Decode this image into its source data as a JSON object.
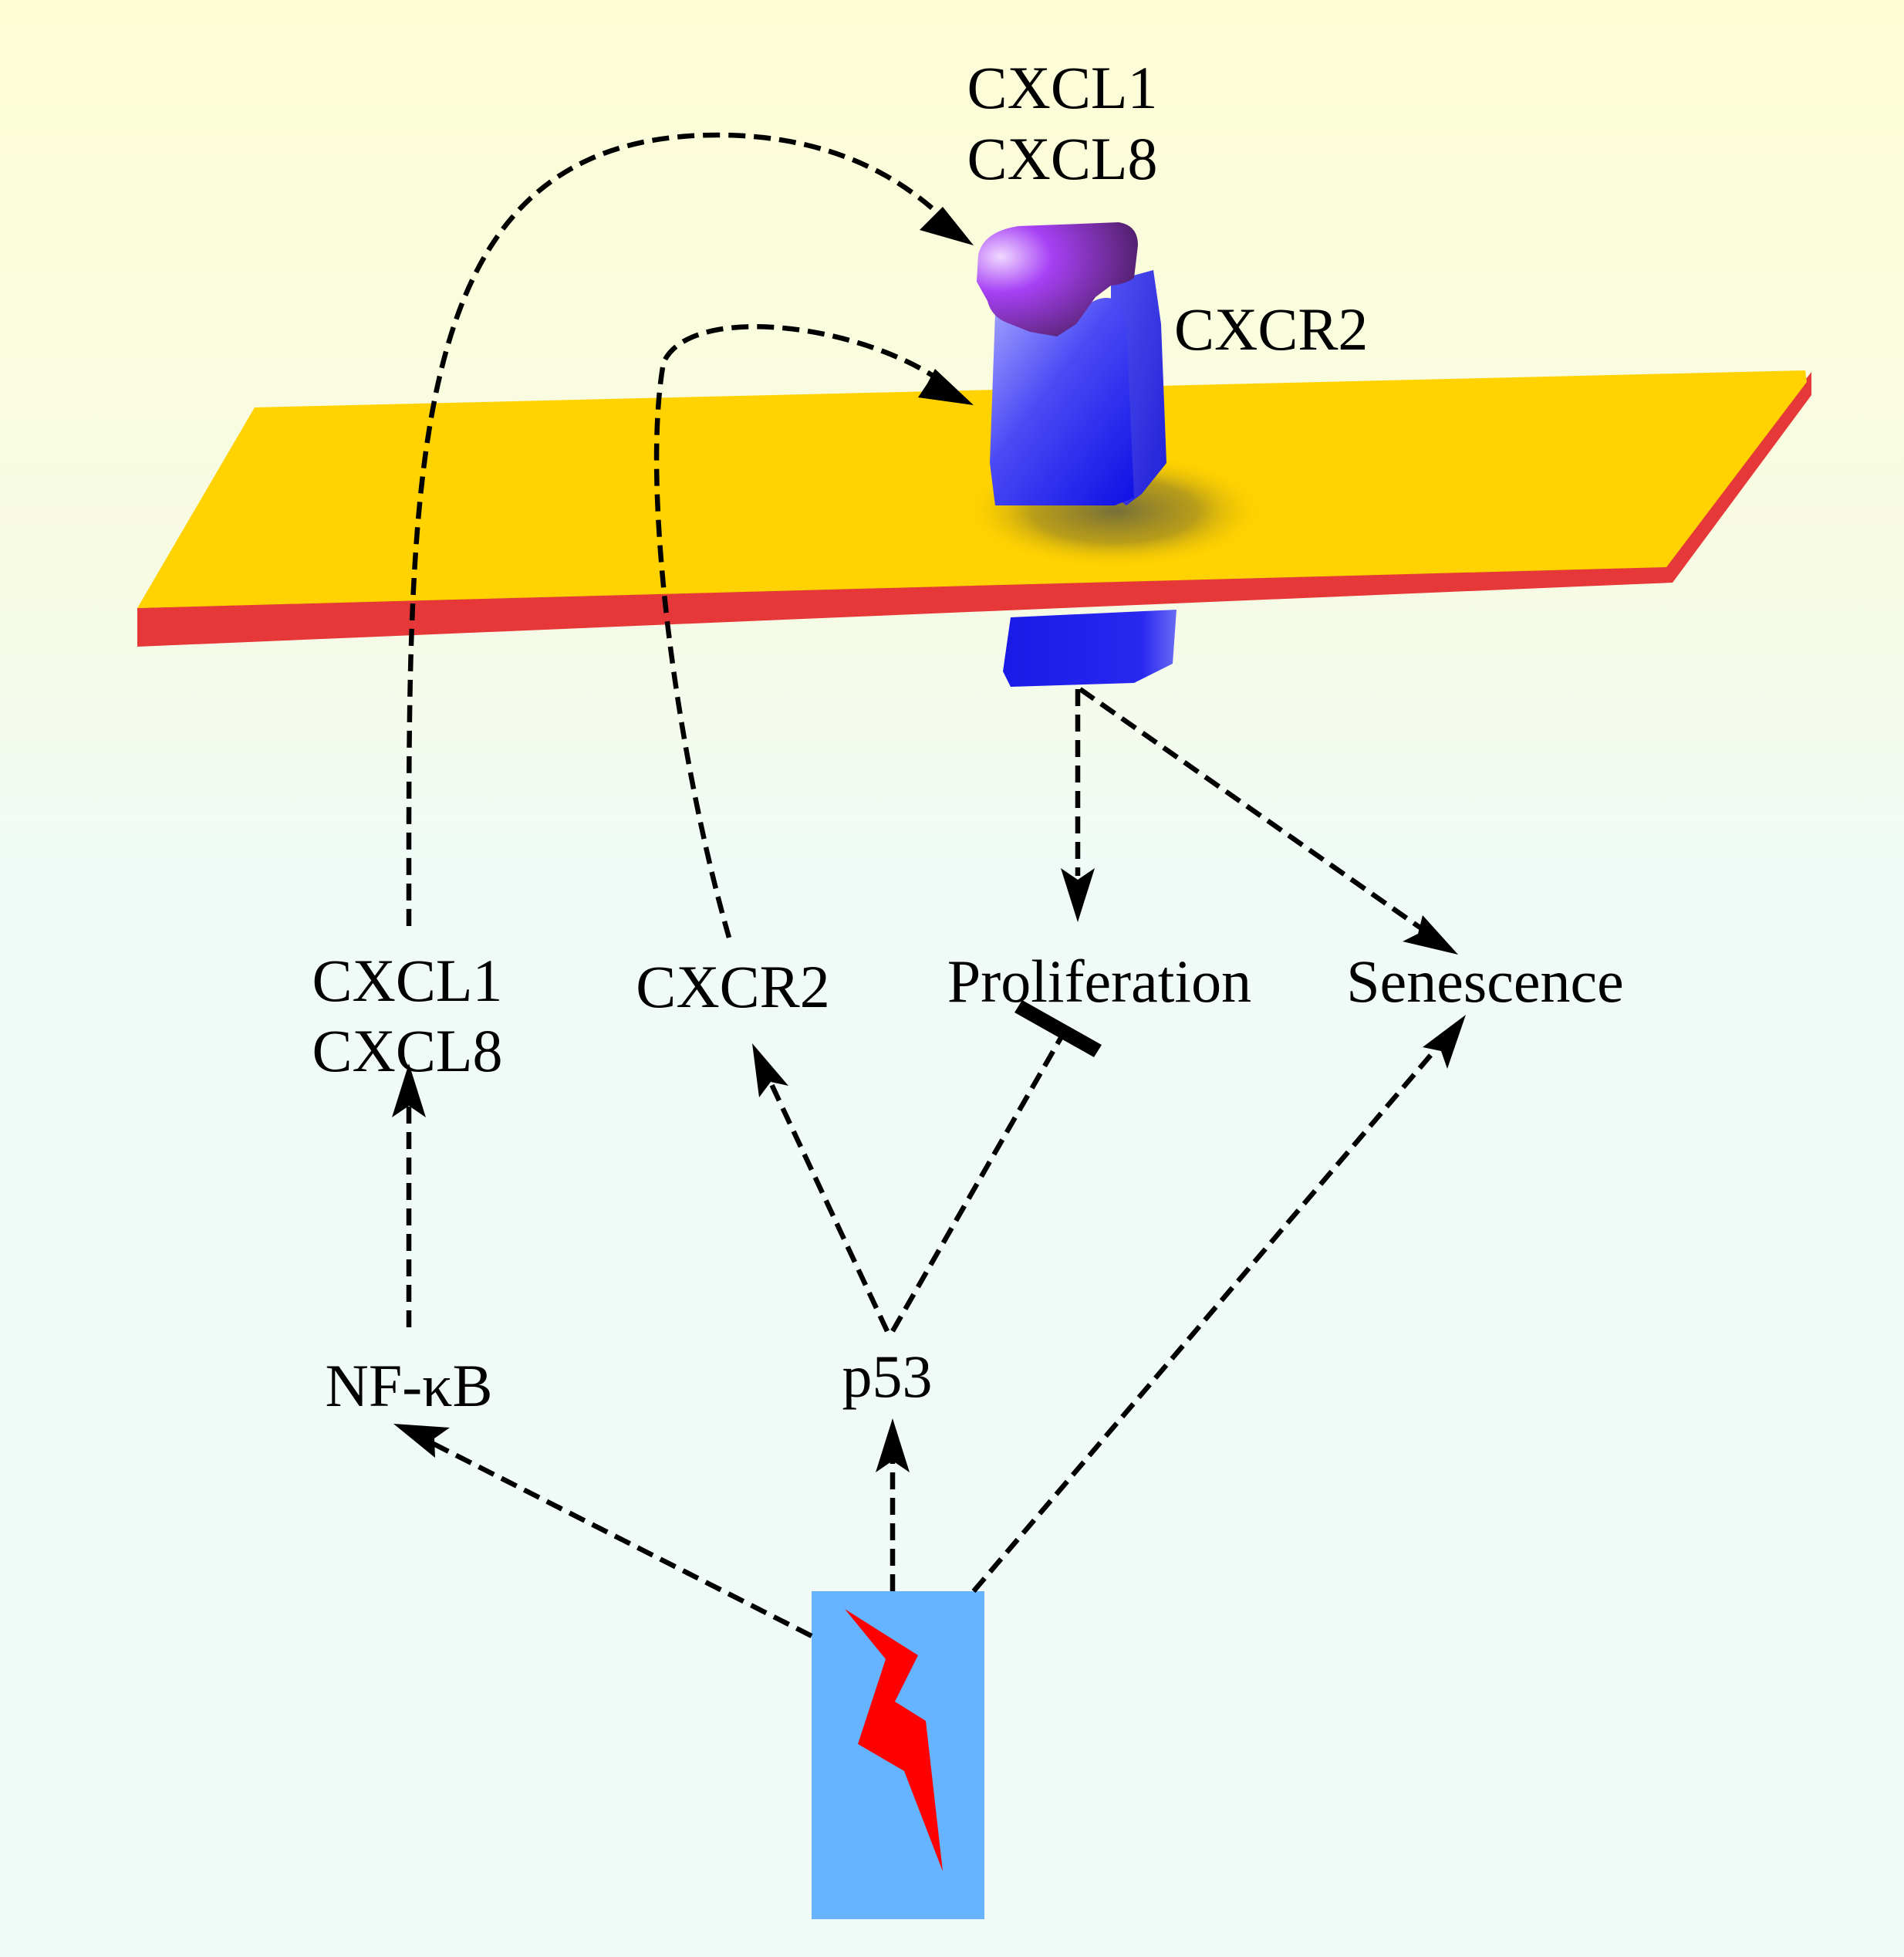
{
  "labels": {
    "ligand_top_line1": "CXCL1",
    "ligand_top_line2": "CXCL8",
    "receptor_top": "CXCR2",
    "ligand_bottom_line1": "CXCL1",
    "ligand_bottom_line2": "CXCL8",
    "receptor_bottom": "CXCR2",
    "proliferation": "Proliferation",
    "senescence": "Senescence",
    "nfkb": "NF-κB",
    "p53": "p53"
  },
  "colors": {
    "extracellular": "#fdfdd6",
    "intracellular": "#f0fbf8",
    "membrane_top": "#ffd200",
    "membrane_edge": "#e63838",
    "receptor": "#1f1ff0",
    "ligand": "#a040f0",
    "stress_box": "#66b3ff",
    "lightning": "#ff0000",
    "arrows": "#000000"
  },
  "icons": {
    "stress": "lightning-bolt-icon"
  }
}
